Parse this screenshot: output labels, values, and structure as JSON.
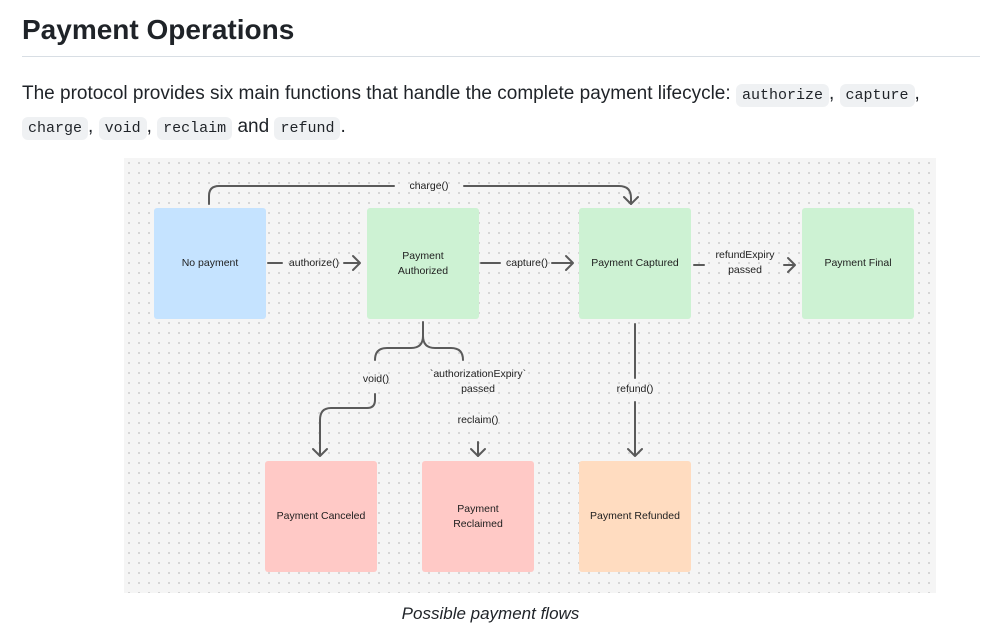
{
  "heading": "Payment Operations",
  "intro": {
    "text_before": "The protocol provides six main functions that handle the complete payment lifecycle: ",
    "functions": [
      "authorize",
      "capture",
      "charge",
      "void",
      "reclaim",
      "refund"
    ],
    "sep": ", ",
    "and": " and ",
    "end": "."
  },
  "diagram": {
    "nodes": {
      "no_payment": {
        "label": "No payment",
        "color": "#c5e3ff"
      },
      "authorized": {
        "label": "Payment\nAuthorized",
        "color": "#cdf2d3"
      },
      "captured": {
        "label": "Payment Captured",
        "color": "#cdf2d3"
      },
      "final": {
        "label": "Payment Final",
        "color": "#cdf2d3"
      },
      "canceled": {
        "label": "Payment Canceled",
        "color": "#ffc9c6"
      },
      "reclaimed": {
        "label": "Payment\nReclaimed",
        "color": "#ffc9c6"
      },
      "refunded": {
        "label": "Payment Refunded",
        "color": "#ffdcc0"
      }
    },
    "edges": {
      "charge": "charge()",
      "authorize": "authorize()",
      "capture": "capture()",
      "refund_expiry": "refundExpiry\npassed",
      "void": "void()",
      "authorization_expiry": "`authorizationExpiry`\npassed",
      "reclaim": "reclaim()",
      "refund": "refund()"
    },
    "caption": "Possible payment flows"
  }
}
